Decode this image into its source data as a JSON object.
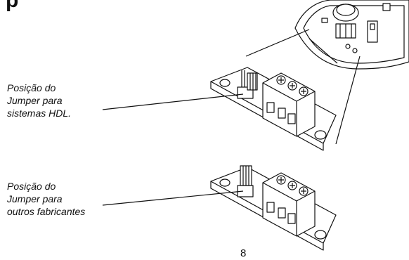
{
  "heading_fragment": "p",
  "callouts": [
    {
      "lines": [
        "Posição do",
        "Jumper para",
        "sistemas HDL."
      ]
    },
    {
      "lines": [
        "Posição do",
        "Jumper para",
        "outros fabricantes"
      ]
    }
  ],
  "page_number": "8"
}
